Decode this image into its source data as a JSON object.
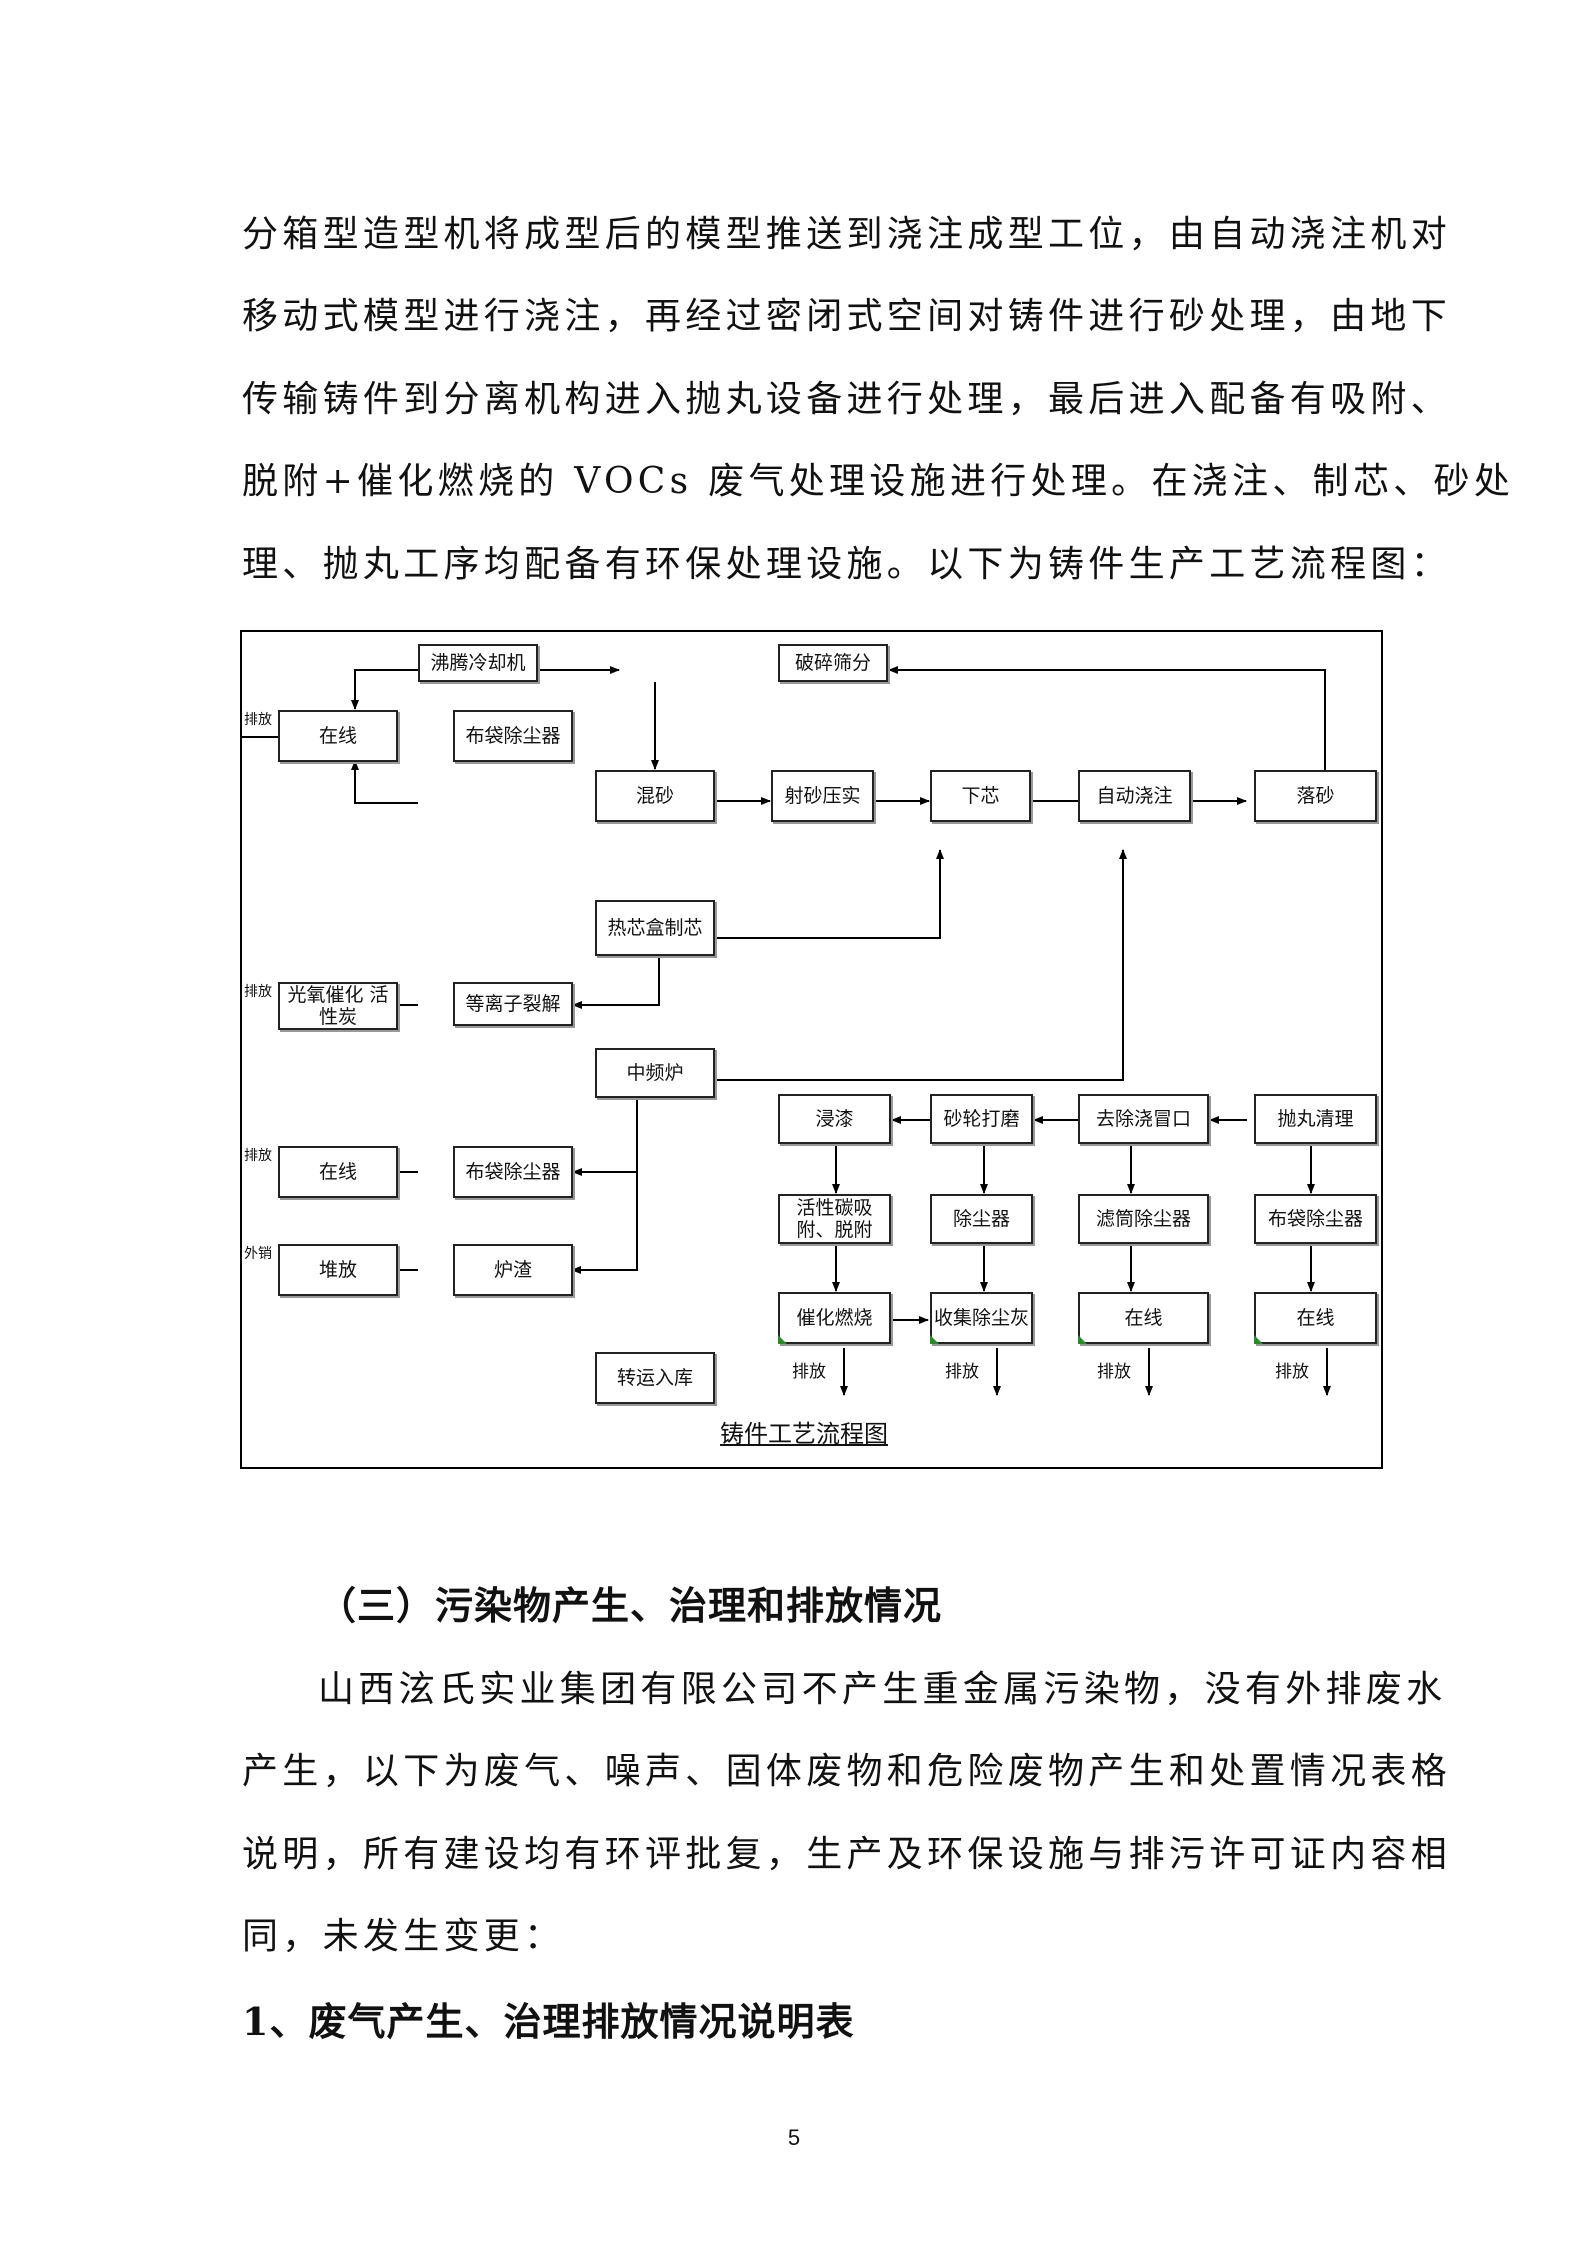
{
  "intro_lines": [
    "分箱型造型机将成型后的模型推送到浇注成型工位，由自动浇注机对",
    "移动式模型进行浇注，再经过密闭式空间对铸件进行砂处理，由地下",
    "传输铸件到分离机构进入抛丸设备进行处理，最后进入配备有吸附、",
    "脱附+催化燃烧的 VOCs 废气处理设施进行处理。在浇注、制芯、砂处",
    "理、抛丸工序均配备有环保处理设施。以下为铸件生产工艺流程图："
  ],
  "diagram": {
    "caption": "铸件工艺流程图",
    "nodes": {
      "boiling_cooler": "沸腾冷却机",
      "crush_screen": "破碎筛分",
      "bag_filter_1": "布袋除尘器",
      "online_1": "在线",
      "mix_sand": "混砂",
      "shoot_sand": "射砂压实",
      "core_setting": "下芯",
      "auto_pour": "自动浇注",
      "shakeout": "落砂",
      "hot_core_box": "热芯盒制芯",
      "plasma_crack": "等离子裂解",
      "photo_oxidation": "光氧催化 活性炭",
      "mid_freq_furnace": "中频炉",
      "dip_paint": "浸漆",
      "grinding_wheel": "砂轮打磨",
      "remove_riser": "去除浇冒口",
      "shot_blast_clean": "抛丸清理",
      "bag_filter_2": "布袋除尘器",
      "online_2": "在线",
      "activated_carbon": "活性碳吸附、脱附",
      "dust_collector": "除尘器",
      "cartridge_filter": "滤筒除尘器",
      "bag_filter_3": "布袋除尘器",
      "stockpile": "堆放",
      "furnace_slag": "炉渣",
      "catalytic_burn": "催化燃烧",
      "collect_dust_ash": "收集除尘灰",
      "online_3": "在线",
      "online_4": "在线",
      "transfer_storage": "转运入库"
    },
    "labels": {
      "emit_1": "排放",
      "emit_2": "排放",
      "emit_3": "排放",
      "export": "外销",
      "emit_bottom_1": "排放",
      "emit_bottom_2": "排放",
      "emit_bottom_3": "排放",
      "emit_bottom_4": "排放"
    }
  },
  "section_heading": "（三）污染物产生、治理和排放情况",
  "body_lines": [
    "山西泫氏实业集团有限公司不产生重金属污染物，没有外排废水",
    "产生，以下为废气、噪声、固体废物和危险废物产生和处置情况表格",
    "说明，所有建设均有环评批复，生产及环保设施与排污许可证内容相",
    "同，未发生变更："
  ],
  "subheading": "1、废气产生、治理排放情况说明表",
  "page_number": "5"
}
